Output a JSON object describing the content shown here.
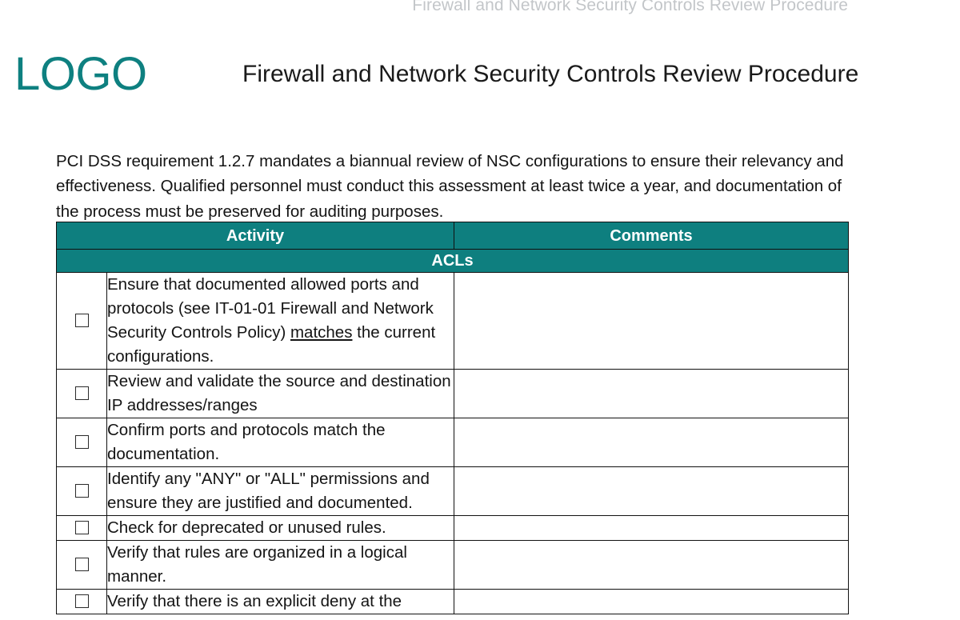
{
  "page": {
    "running_header": "Firewall and Network Security Controls Review Procedure",
    "logo_text": "LOGO",
    "document_title": "Firewall and Network Security Controls Review Procedure",
    "accent_color": "#0e7f7f",
    "logo_color": "#0e8080",
    "header_text_color": "#c3c6c9"
  },
  "intro": {
    "paragraph": "PCI DSS requirement 1.2.7 mandates a biannual review of NSC configurations to ensure their relevancy and effectiveness. Qualified personnel must conduct this assessment at least twice a year, and documentation of the process must be preserved for auditing purposes."
  },
  "table": {
    "columns": {
      "checkbox": "",
      "activity": "Activity",
      "comments": "Comments"
    },
    "sections": [
      {
        "name": "ACLs",
        "rows": [
          {
            "checked": false,
            "activity_pre": "Ensure that documented allowed ports and protocols (see IT-01-01 Firewall and Network Security Controls Policy) ",
            "activity_underlined": "matches",
            "activity_post": " the current configurations.",
            "comments": ""
          },
          {
            "checked": false,
            "activity_pre": "Review and validate the source and destination IP addresses/ranges",
            "activity_underlined": "",
            "activity_post": "",
            "comments": ""
          },
          {
            "checked": false,
            "activity_pre": "Confirm ports and protocols match the documentation.",
            "activity_underlined": "",
            "activity_post": "",
            "comments": ""
          },
          {
            "checked": false,
            "activity_pre": "Identify any \"ANY\" or \"ALL\" permissions and ensure they are justified and documented.",
            "activity_underlined": "",
            "activity_post": "",
            "comments": ""
          },
          {
            "checked": false,
            "activity_pre": "Check for deprecated or unused rules.",
            "activity_underlined": "",
            "activity_post": "",
            "comments": ""
          },
          {
            "checked": false,
            "activity_pre": "Verify that rules are organized in a logical manner.",
            "activity_underlined": "",
            "activity_post": "",
            "comments": ""
          },
          {
            "checked": false,
            "activity_pre": "Verify that there is an explicit deny at the",
            "activity_underlined": "",
            "activity_post": "",
            "comments": ""
          }
        ]
      }
    ]
  }
}
